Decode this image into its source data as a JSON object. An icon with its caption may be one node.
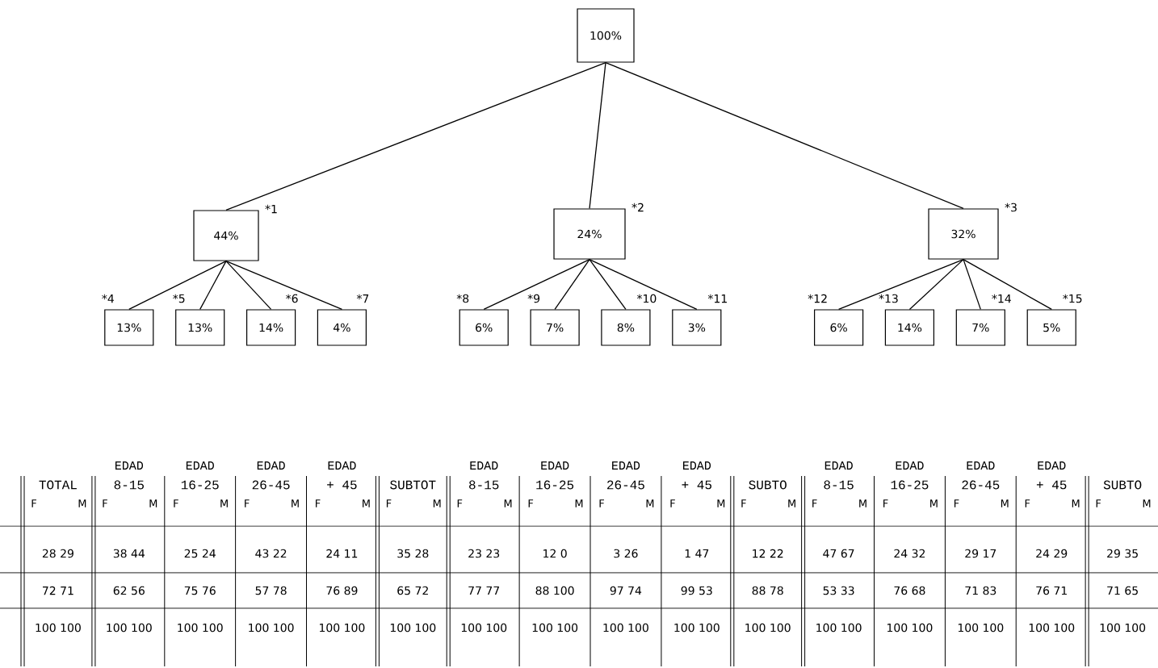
{
  "diagram": {
    "nodes": [
      {
        "text": [
          "100%"
        ]
      },
      {
        "text": [
          "44%"
        ],
        "beside": [
          "*1"
        ]
      },
      {
        "text": [
          "24%"
        ],
        "beside": [
          "*2"
        ]
      },
      {
        "text": [
          "32%"
        ],
        "beside": [
          "*3"
        ]
      },
      {
        "text": [
          "13%"
        ],
        "beside": [
          "*4"
        ]
      },
      {
        "text": [
          "13%"
        ],
        "beside": [
          "*5"
        ]
      },
      {
        "text": [
          "14%"
        ],
        "beside": [
          "*6"
        ]
      },
      {
        "text": [
          "4%"
        ],
        "beside": [
          "*7"
        ]
      },
      {
        "text": [
          "6%"
        ],
        "beside": [
          "*8"
        ]
      },
      {
        "text": [
          "7%"
        ],
        "beside": [
          "*9"
        ]
      },
      {
        "text": [
          "8%"
        ],
        "beside": [
          "*10"
        ]
      },
      {
        "text": [
          "3%"
        ],
        "beside": [
          "*11"
        ]
      },
      {
        "text": [
          "6%"
        ],
        "beside": [
          "*12"
        ]
      },
      {
        "text": [
          "14%"
        ],
        "beside": [
          "*13"
        ]
      },
      {
        "text": [
          "7%"
        ],
        "beside": [
          "*14"
        ]
      },
      {
        "text": [
          "5%"
        ],
        "beside": [
          "*15"
        ]
      }
    ],
    "edges": [
      {
        "from": 0,
        "to": 1,
        "arrow": "none"
      },
      {
        "from": 0,
        "to": 2,
        "arrow": "none"
      },
      {
        "from": 0,
        "to": 3,
        "arrow": "none"
      },
      {
        "from": 1,
        "to": 4,
        "arrow": "none"
      },
      {
        "from": 1,
        "to": 5,
        "arrow": "none"
      },
      {
        "from": 1,
        "to": 6,
        "arrow": "none"
      },
      {
        "from": 1,
        "to": 7,
        "arrow": "none"
      },
      {
        "from": 2,
        "to": 8,
        "arrow": "none"
      },
      {
        "from": 2,
        "to": 9,
        "arrow": "none"
      },
      {
        "from": 2,
        "to": 10,
        "arrow": "none"
      },
      {
        "from": 2,
        "to": 11,
        "arrow": "none"
      },
      {
        "from": 3,
        "to": 12,
        "arrow": "none"
      },
      {
        "from": 3,
        "to": 13,
        "arrow": "none"
      },
      {
        "from": 3,
        "to": 14,
        "arrow": "none"
      },
      {
        "from": 3,
        "to": 15,
        "arrow": "none"
      }
    ],
    "labels": [
      "EDAD",
      "EDAD",
      "EDAD",
      "EDAD",
      "EDAD",
      "EDAD",
      "EDAD",
      "EDAD",
      "EDAD",
      "EDAD",
      "EDAD",
      "EDAD",
      "TOTAL",
      "8-15",
      "16-25",
      "26-45",
      "+ 45",
      "SUBTOT",
      "8-15",
      "16-25",
      "26-45",
      "+ 45",
      "SUBTO",
      "8-15",
      "16-25",
      "26-45",
      "+ 45",
      "SUBTO",
      "F",
      "M",
      "F",
      "M",
      "F",
      "M",
      "F",
      "M",
      "F",
      "M",
      "F",
      "M",
      "F",
      "M",
      "F",
      "M",
      "F",
      "M",
      "F",
      "M",
      "F",
      "M",
      "F",
      "M",
      "F",
      "M",
      "F",
      "M",
      "F",
      "M",
      "F",
      "M",
      "28 29",
      "38 44",
      "25 24",
      "43 22",
      "24 11",
      "35 28",
      "23 23",
      "12 0",
      "3 26",
      "1 47",
      "12 22",
      "47 67",
      "24 32",
      "29 17",
      "24 29",
      "29 35",
      "72 71",
      "62 56",
      "75 76",
      "57 78",
      "76 89",
      "65 72",
      "77 77",
      "88 100",
      "97 74",
      "99 53",
      "88 78",
      "53 33",
      "76 68",
      "71 83",
      "76 71",
      "71 65",
      "100 100",
      "100 100",
      "100 100",
      "100 100",
      "100 100",
      "100 100",
      "100 100",
      "100 100",
      "100 100",
      "100 100",
      "100 100",
      "100 100",
      "100 100",
      "100 100",
      "100 100",
      "100 100"
    ]
  }
}
